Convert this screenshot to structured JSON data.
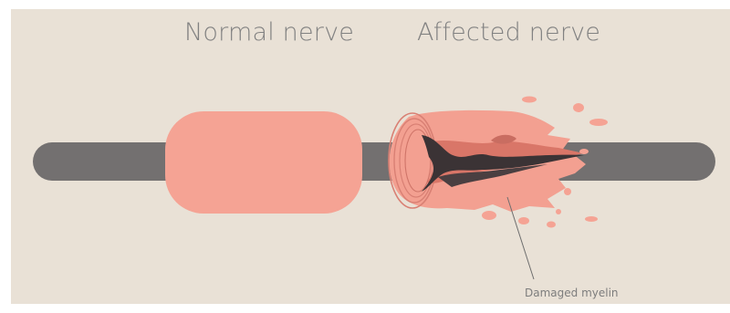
{
  "labels": {
    "normal": "Normal nerve",
    "affected": "Affected nerve",
    "damaged": "Damaged myelin"
  },
  "colors": {
    "background": "#e9e1d6",
    "axon": "#737070",
    "myelin": "#f5a394",
    "myelin_dark": "#e98d7f",
    "damage": "#3b3335",
    "text": "#818181"
  }
}
